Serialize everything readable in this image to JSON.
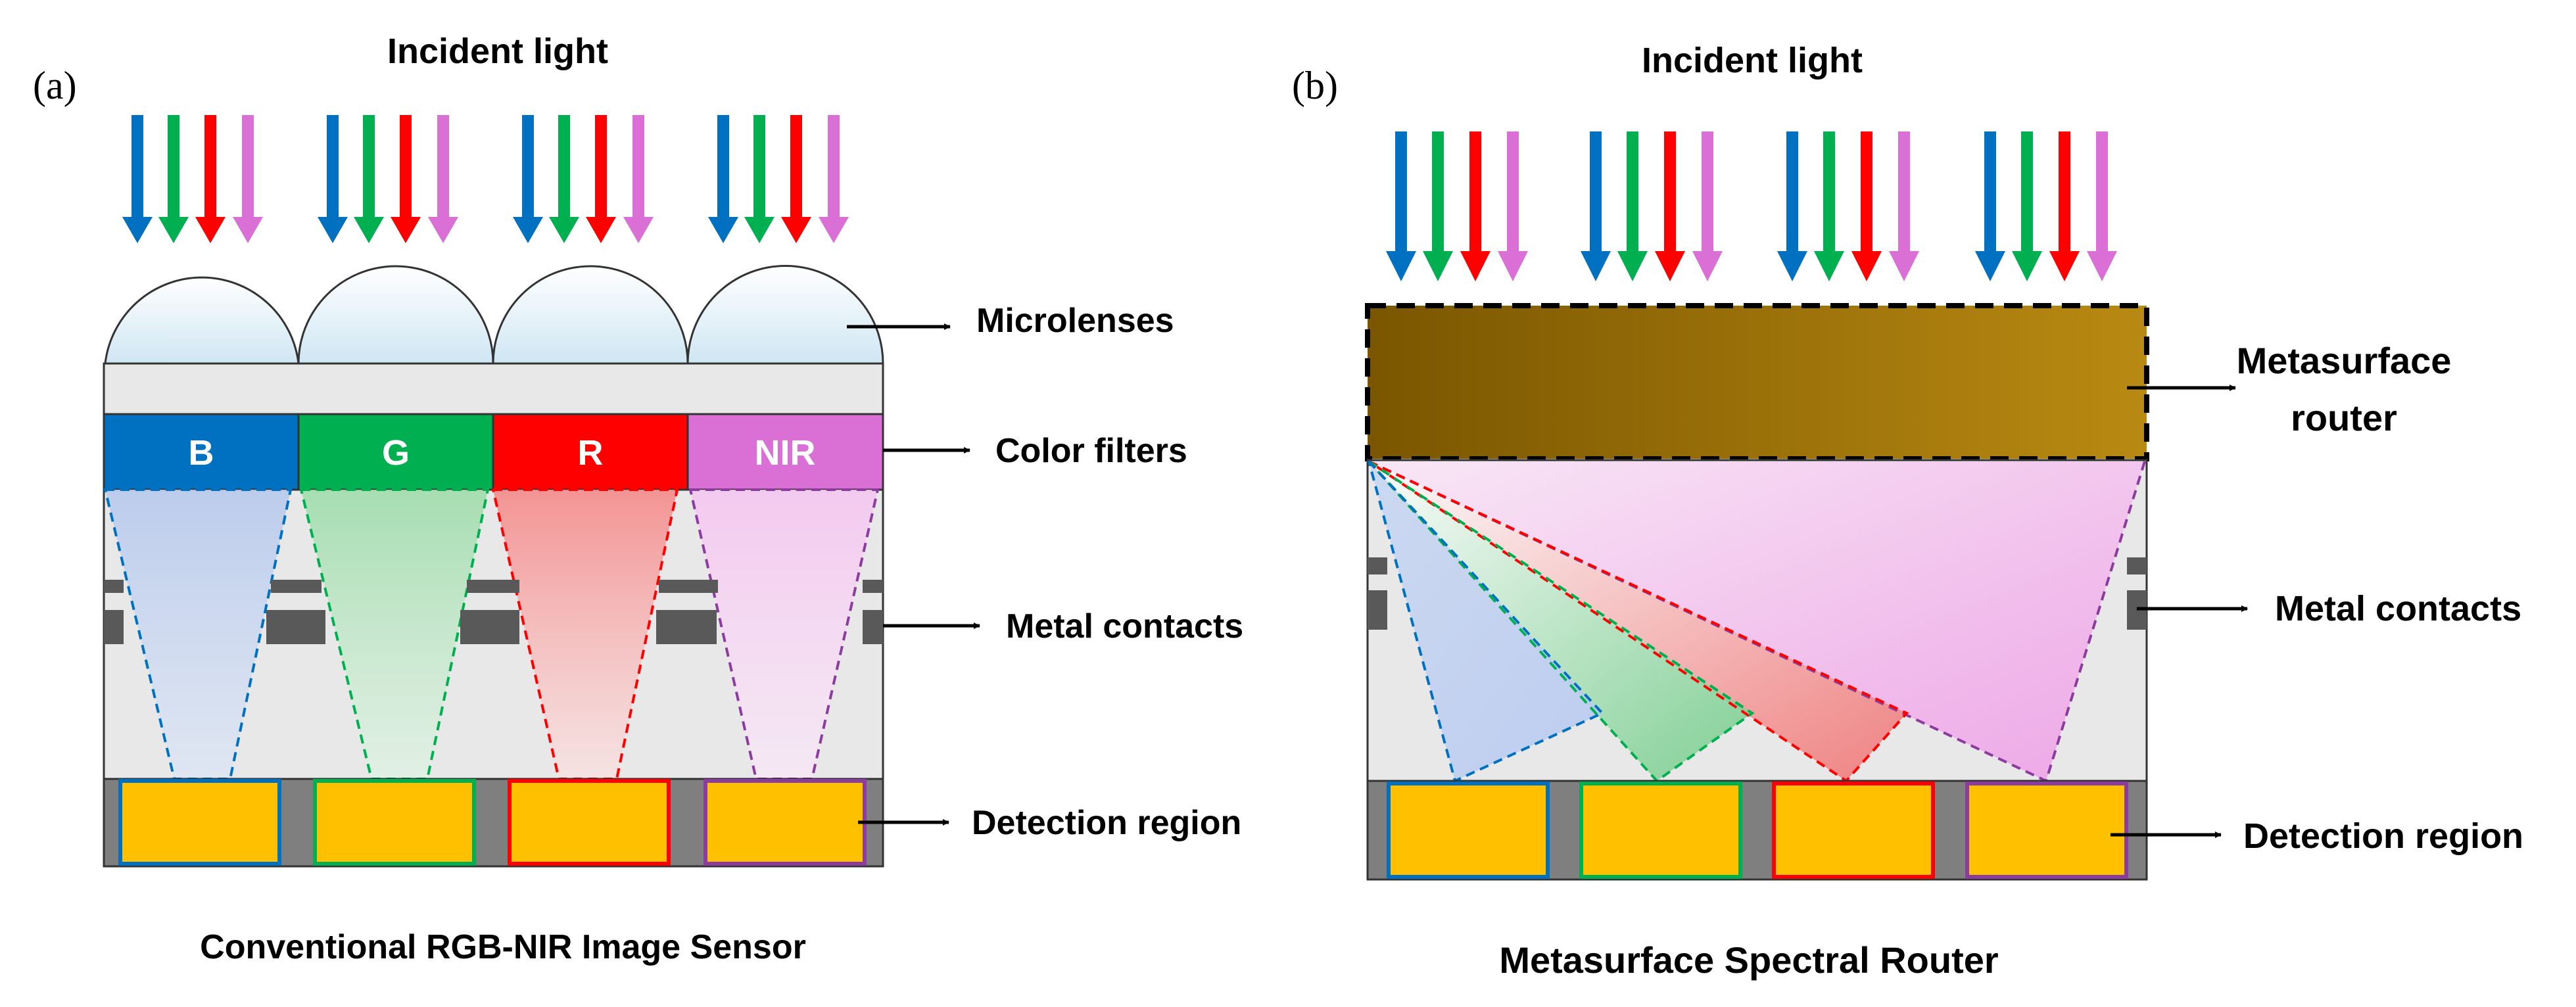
{
  "panel_a": {
    "panel_label": "(a)",
    "incident_light": "Incident light",
    "microlenses": "Microlenses",
    "color_filters": "Color filters",
    "metal_contacts": "Metal contacts",
    "detection_region": "Detection region",
    "caption": "Conventional RGB-NIR Image Sensor",
    "filters": [
      "B",
      "G",
      "R",
      "NIR"
    ]
  },
  "panel_b": {
    "panel_label": "(b)",
    "incident_light": "Incident light",
    "router_line1": "Metasurface",
    "router_line2": "router",
    "metal_contacts": "Metal contacts",
    "detection_region": "Detection region",
    "caption": "Metasurface Spectral Router"
  },
  "colors": {
    "blue": "#0070C0",
    "green": "#00B050",
    "red": "#FF0000",
    "nir": "#DA70D6",
    "detector": "#FFC000",
    "metal": "#595959",
    "substrate": "#E8E8E8",
    "metasurface": "#8C6400"
  }
}
